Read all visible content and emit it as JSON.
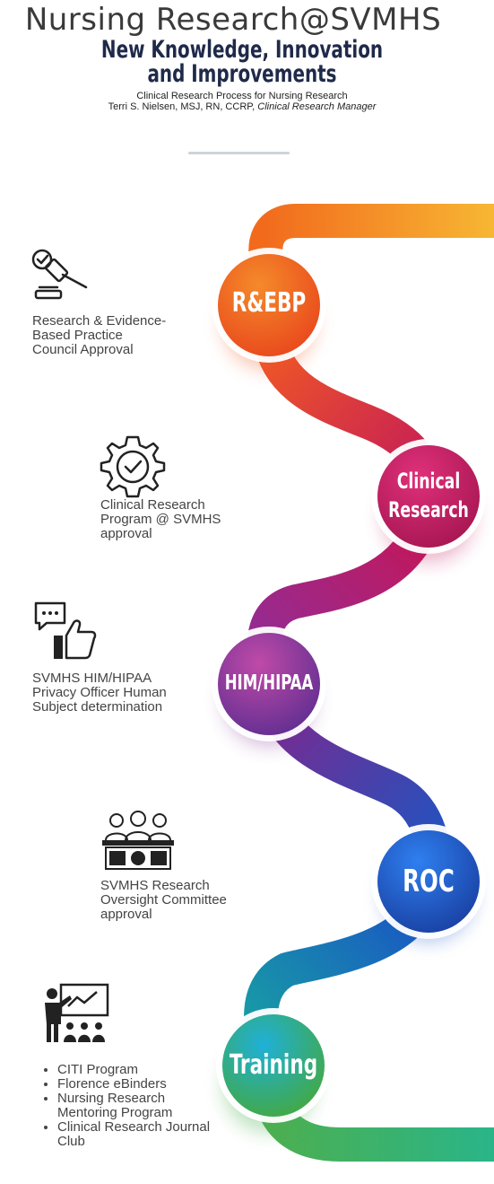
{
  "header": {
    "title": "Nursing Research@SVMHS",
    "subtitle": "New Knowledge, Innovation and Improvements",
    "byline_line1": "Clinical Research Process for Nursing Research",
    "byline_name": "Terri S. Nielsen, MSJ, RN, CCRP, ",
    "byline_role": "Clinical Research Manager"
  },
  "steps": [
    {
      "label": "R&EBP",
      "icon": "gavel-approval-icon",
      "desc": [
        "Research & Evidence-",
        "Based Practice",
        "Council Approval"
      ]
    },
    {
      "label_line1": "Clinical",
      "label_line2": "Research",
      "icon": "gear-check-icon",
      "desc": [
        "Clinical Research",
        "Program @ SVMHS",
        "approval"
      ]
    },
    {
      "label": "HIM/HIPAA",
      "icon": "thumbs-up-chat-icon",
      "desc": [
        "SVMHS HIM/HIPAA",
        "Privacy Officer Human",
        "Subject determination"
      ]
    },
    {
      "label": "ROC",
      "icon": "committee-icon",
      "desc": [
        "SVMHS Research",
        "Oversight Committee",
        "approval"
      ]
    },
    {
      "label": "Training",
      "icon": "presentation-icon",
      "bullets": [
        "CITI Program",
        "Florence eBinders",
        "Nursing Research Mentoring Program",
        "Clinical Research Journal Club"
      ]
    }
  ],
  "colors": {
    "step1": "#f15a24",
    "step2": "#c2185b",
    "step3": "#7b2a8f",
    "step4": "#1a56c4",
    "step5": "#2a9d6a"
  }
}
